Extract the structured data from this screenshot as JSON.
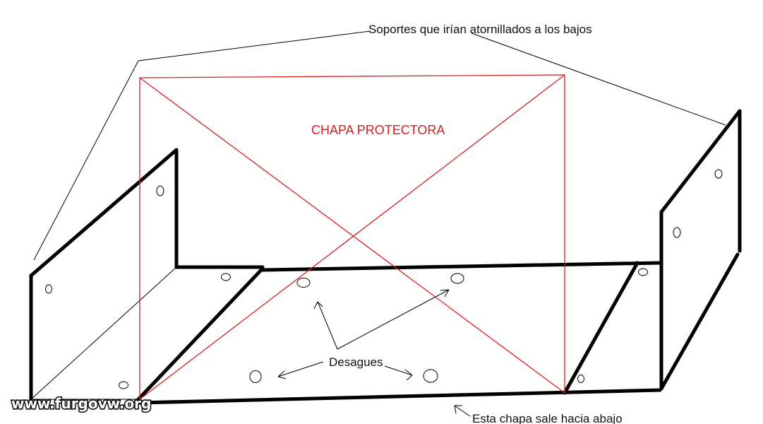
{
  "labels": {
    "soportes": "Soportes que irían atornillados a los bajos",
    "chapa": "CHAPA PROTECTORA",
    "desagues": "Desagues",
    "esta_chapa": "Esta chapa sale hacia abajo",
    "watermark": "www.furgovw.org"
  },
  "colors": {
    "outline": "#000000",
    "protector": "#d42020"
  }
}
